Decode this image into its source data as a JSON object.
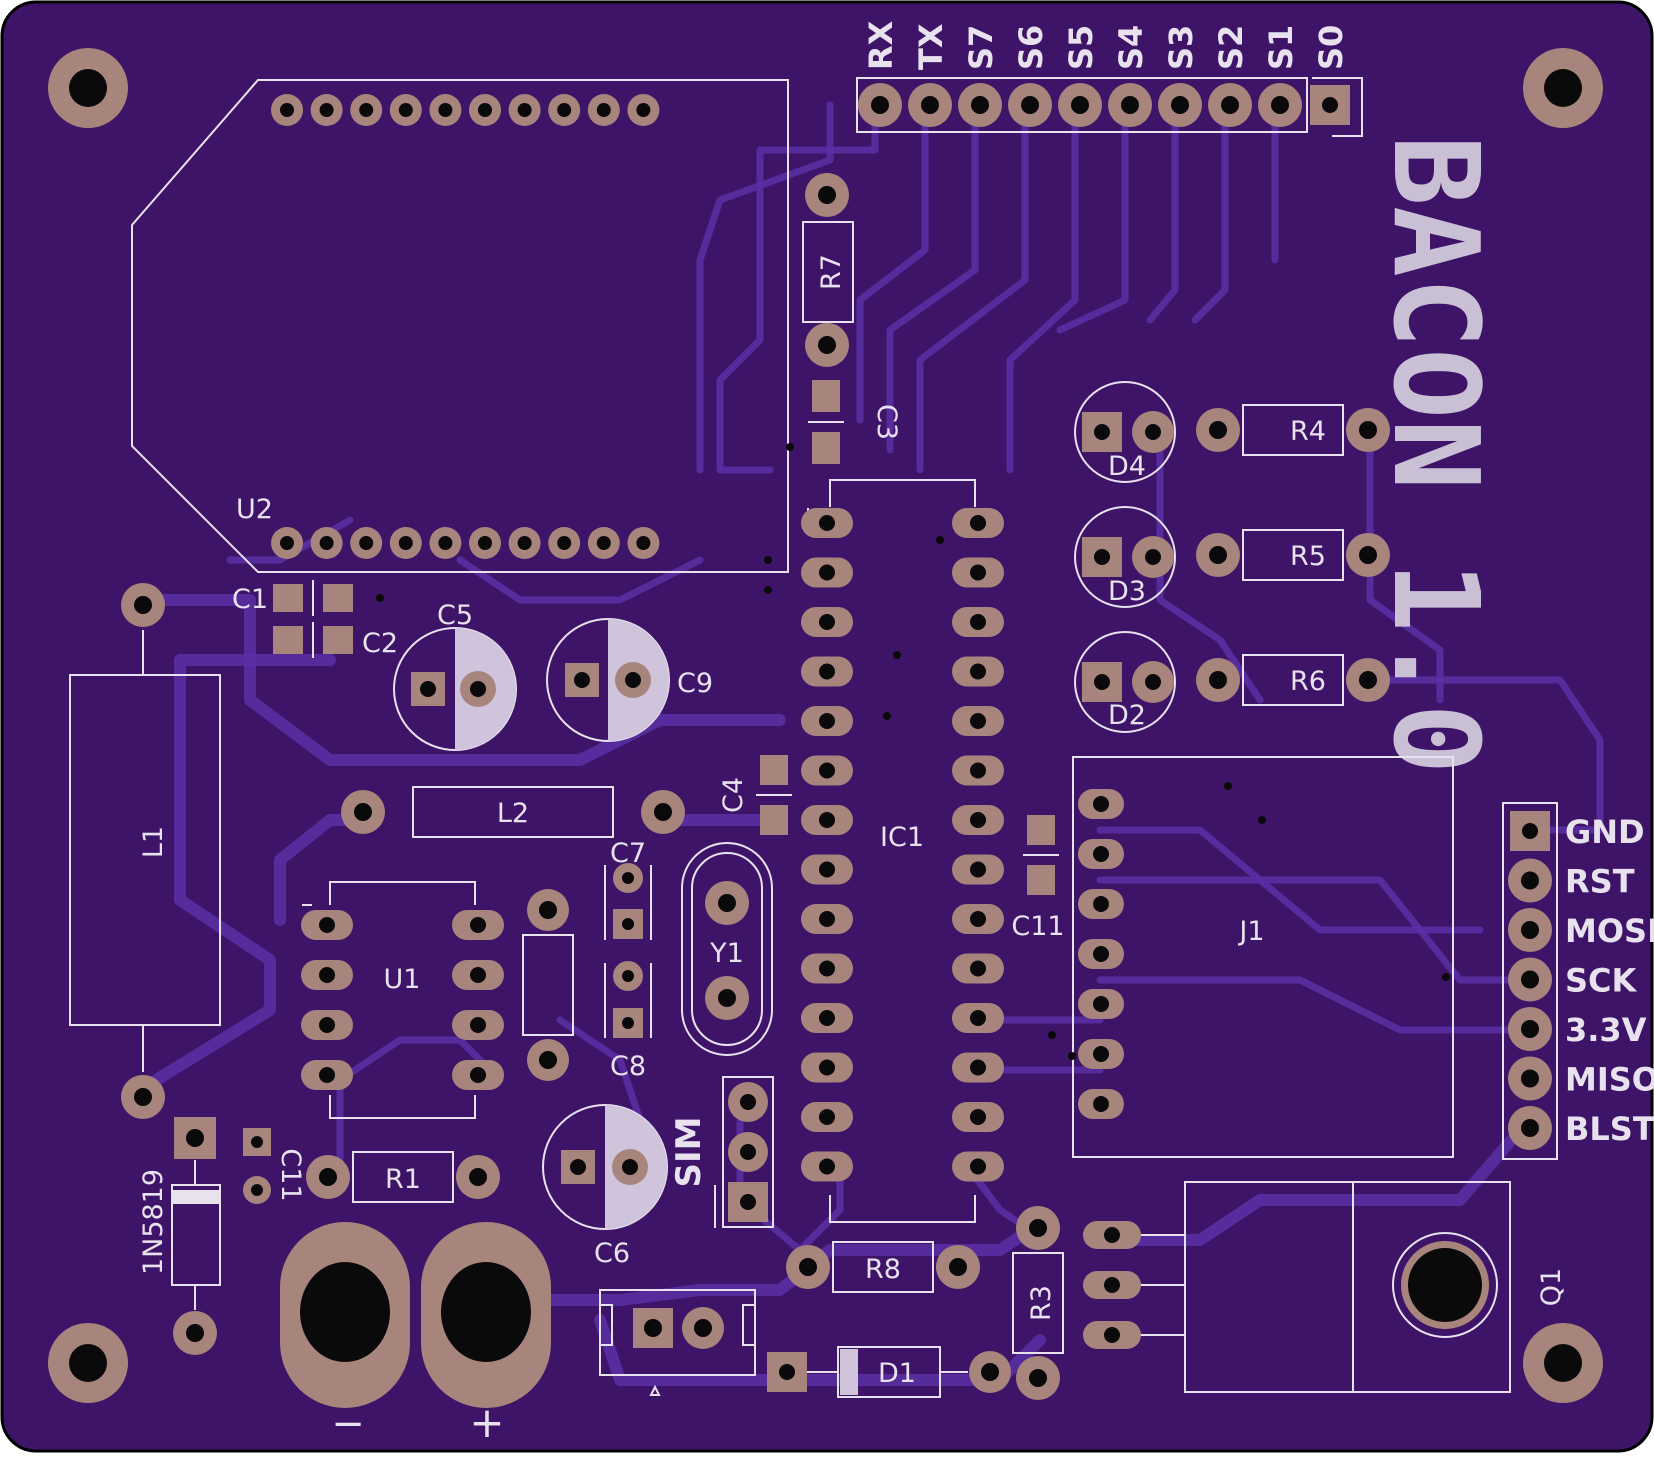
{
  "board": {
    "title": "BACON 1.0",
    "colors": {
      "substrate": "#3d1468",
      "copper": "#5b2fa6",
      "pad": "#a8857c",
      "silk": "#e8e1ee",
      "drill": "#0a0a0a"
    }
  },
  "top_header": {
    "pins": [
      "RX",
      "TX",
      "S7",
      "S6",
      "S5",
      "S4",
      "S3",
      "S2",
      "S1",
      "S0"
    ]
  },
  "right_header": {
    "pins": [
      "GND",
      "RST",
      "MOSI",
      "SCK",
      "3.3V",
      "MISO",
      "BLST"
    ]
  },
  "refdes": {
    "u2": "U2",
    "u1": "U1",
    "ic1": "IC1",
    "j1": "J1",
    "q1": "Q1",
    "y1": "Y1",
    "l1": "L1",
    "l2": "L2",
    "r1": "R1",
    "r3": "R3",
    "r4": "R4",
    "r5": "R5",
    "r6": "R6",
    "r7": "R7",
    "r8": "R8",
    "c1": "C1",
    "c2": "C2",
    "c3": "C3",
    "c4": "C4",
    "c5": "C5",
    "c6": "C6",
    "c7": "C7",
    "c8": "C8",
    "c9": "C9",
    "c11": "C11",
    "ct1": "C11",
    "d1": "D1",
    "d2": "D2",
    "d3": "D3",
    "d4": "D4",
    "diode_part": "1N5819",
    "sim": "SIM"
  },
  "power": {
    "minus": "−",
    "plus": "+"
  }
}
